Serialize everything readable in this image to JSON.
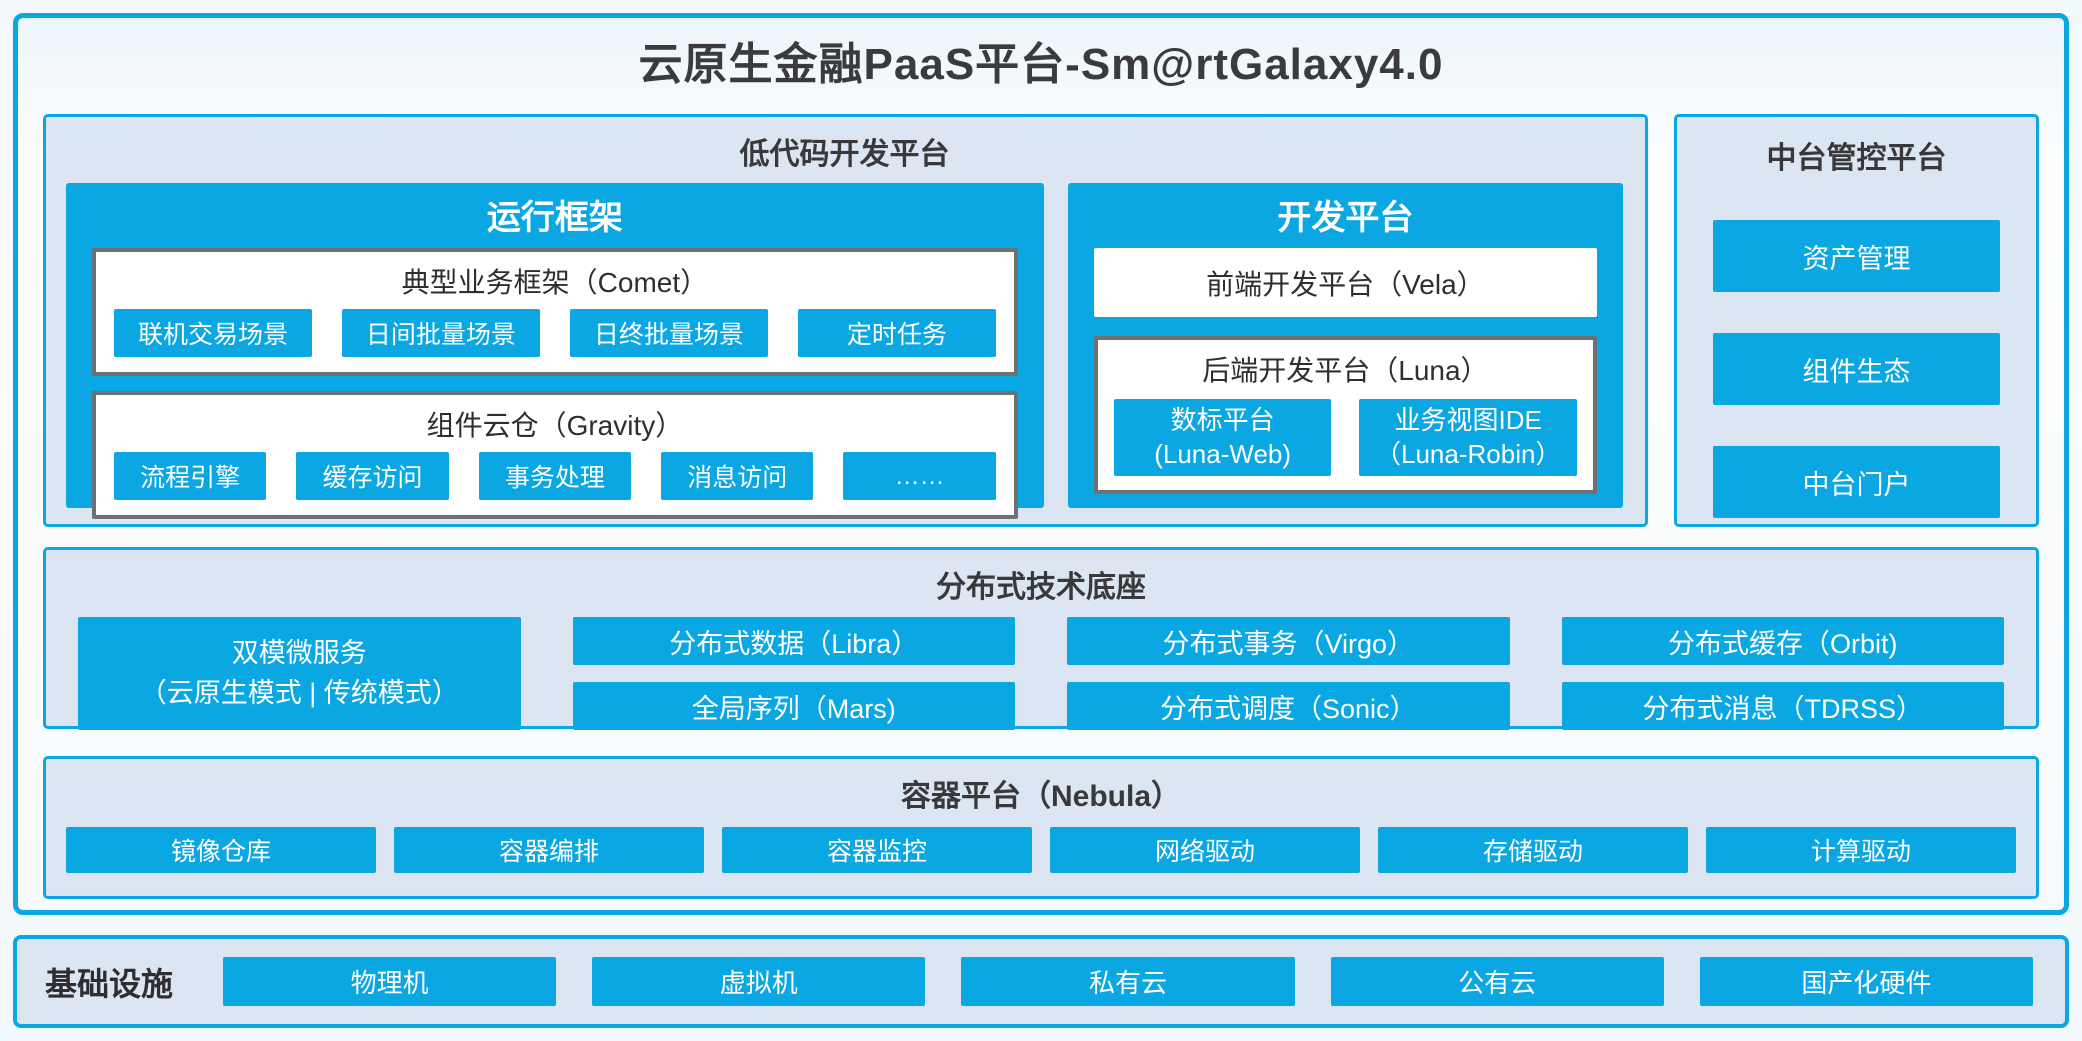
{
  "title": "云原生金融PaaS平台-Sm@rtGalaxy4.0",
  "colors": {
    "accent": "#0ba7e3",
    "panel_bg": "#dce6f3",
    "gray_border": "#6e7072",
    "dark_text": "#39393b"
  },
  "lowcode": {
    "title": "低代码开发平台",
    "runtime": {
      "title": "运行框架",
      "comet": {
        "title": "典型业务框架（Comet）",
        "items": [
          "联机交易场景",
          "日间批量场景",
          "日终批量场景",
          "定时任务"
        ]
      },
      "gravity": {
        "title": "组件云仓（Gravity）",
        "items": [
          "流程引擎",
          "缓存访问",
          "事务处理",
          "消息访问",
          "……"
        ]
      }
    },
    "dev": {
      "title": "开发平台",
      "vela": "前端开发平台（Vela）",
      "luna": {
        "title": "后端开发平台（Luna）",
        "items": [
          {
            "line1": "数标平台",
            "line2": "(Luna-Web)"
          },
          {
            "line1": "业务视图IDE",
            "line2": "（Luna-Robin）"
          }
        ]
      }
    }
  },
  "midplatform": {
    "title": "中台管控平台",
    "items": [
      "资产管理",
      "组件生态",
      "中台门户"
    ]
  },
  "distributed": {
    "title": "分布式技术底座",
    "dual_mode": {
      "line1": "双模微服务",
      "line2": "（云原生模式 | 传统模式）"
    },
    "columns": [
      [
        "分布式数据（Libra）",
        "全局序列（Mars)"
      ],
      [
        "分布式事务（Virgo）",
        "分布式调度（Sonic）"
      ],
      [
        "分布式缓存（Orbit)",
        "分布式消息（TDRSS）"
      ]
    ]
  },
  "container_platform": {
    "title": "容器平台（Nebula）",
    "items": [
      "镜像仓库",
      "容器编排",
      "容器监控",
      "网络驱动",
      "存储驱动",
      "计算驱动"
    ]
  },
  "infrastructure": {
    "title": "基础设施",
    "items": [
      "物理机",
      "虚拟机",
      "私有云",
      "公有云",
      "国产化硬件"
    ]
  }
}
